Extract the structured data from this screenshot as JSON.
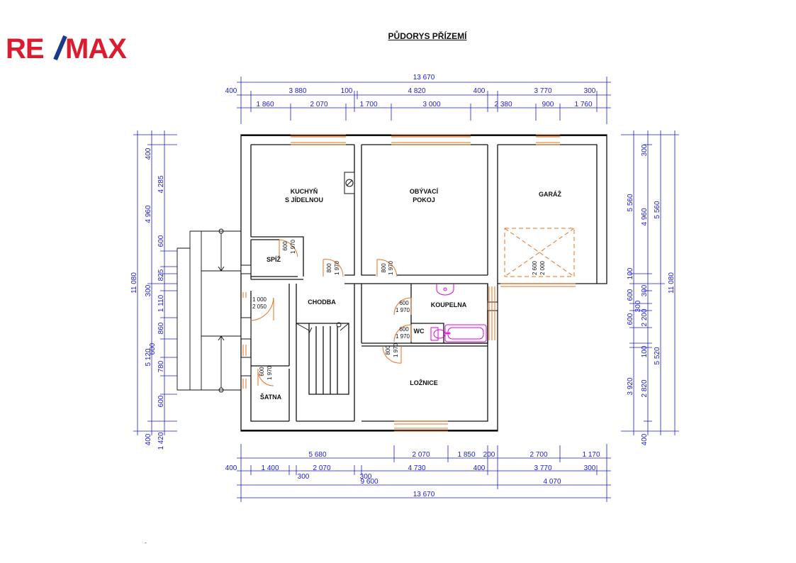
{
  "title": "PŮDORYS PŘÍZEMÍ",
  "logo": {
    "text": "RE/MAX",
    "color": "#dc1c2e",
    "accent": "#1b3a8c"
  },
  "colors": {
    "walls": "#111111",
    "dimensions": "#1a1ad6",
    "openings": "#e8701f",
    "fixtures": "#e000e0"
  },
  "rooms": {
    "kuchyn_1": "KUCHYŇ",
    "kuchyn_2": "S JÍDELNOU",
    "obyvaci_1": "OBÝVACÍ",
    "obyvaci_2": "POKOJ",
    "garaz": "GARÁŽ",
    "spiz": "SPÍŽ",
    "chodba": "CHODBA",
    "koupelna": "KOUPELNA",
    "wc": "WC",
    "loznice": "LOŽNICE",
    "satna": "ŠATNA"
  },
  "doors": {
    "spiz_w": "600",
    "spiz_h": "1 970",
    "kuchyn_w": "800",
    "kuchyn_h": "1 970",
    "obyvak_w": "800",
    "obyvak_h": "1 970",
    "entry_w": "1 000",
    "entry_h": "2 050",
    "koupelna_w": "600",
    "koupelna_h": "1 970",
    "wc_w": "600",
    "wc_h": "1 970",
    "loznice_w": "800",
    "loznice_h": "1 970",
    "satna_w": "600",
    "satna_h": "1 970",
    "garaz_w": "2 600",
    "garaz_h": "2 000"
  },
  "dims_top": {
    "total": "13 670",
    "r2": [
      "400",
      "3 880",
      "100",
      "4 820",
      "400",
      "3 770",
      "300"
    ],
    "r3": [
      "1 860",
      "2 070",
      "1 700",
      "3 000",
      "2 380",
      "900",
      "1 760"
    ]
  },
  "dims_bottom": {
    "r1": [
      "5 680",
      "2 070",
      "1 850",
      "200",
      "2 700",
      "1 170"
    ],
    "r2": [
      "400",
      "1 400",
      "2 070",
      "4 730",
      "400",
      "3 770",
      "300"
    ],
    "r2b": [
      "300",
      "300"
    ],
    "r3": [
      "9 600",
      "4 070"
    ],
    "total": "13 670"
  },
  "dims_left": {
    "total": "11 080",
    "c2": [
      "4 960",
      "5 120"
    ],
    "c3": [
      "400",
      "4 285",
      "600",
      "825",
      "300",
      "1 110",
      "860",
      "600",
      "780",
      "600",
      "400",
      "1 420"
    ]
  },
  "dims_right": {
    "c1": [
      "5 560",
      "3 920"
    ],
    "c2": [
      "300",
      "4 960",
      "100",
      "300",
      "600",
      "300",
      "600",
      "2 200",
      "100",
      "2 820",
      "400"
    ],
    "c3": [
      "5 560",
      "5 520"
    ],
    "total": "11 080"
  },
  "footnote": "-"
}
